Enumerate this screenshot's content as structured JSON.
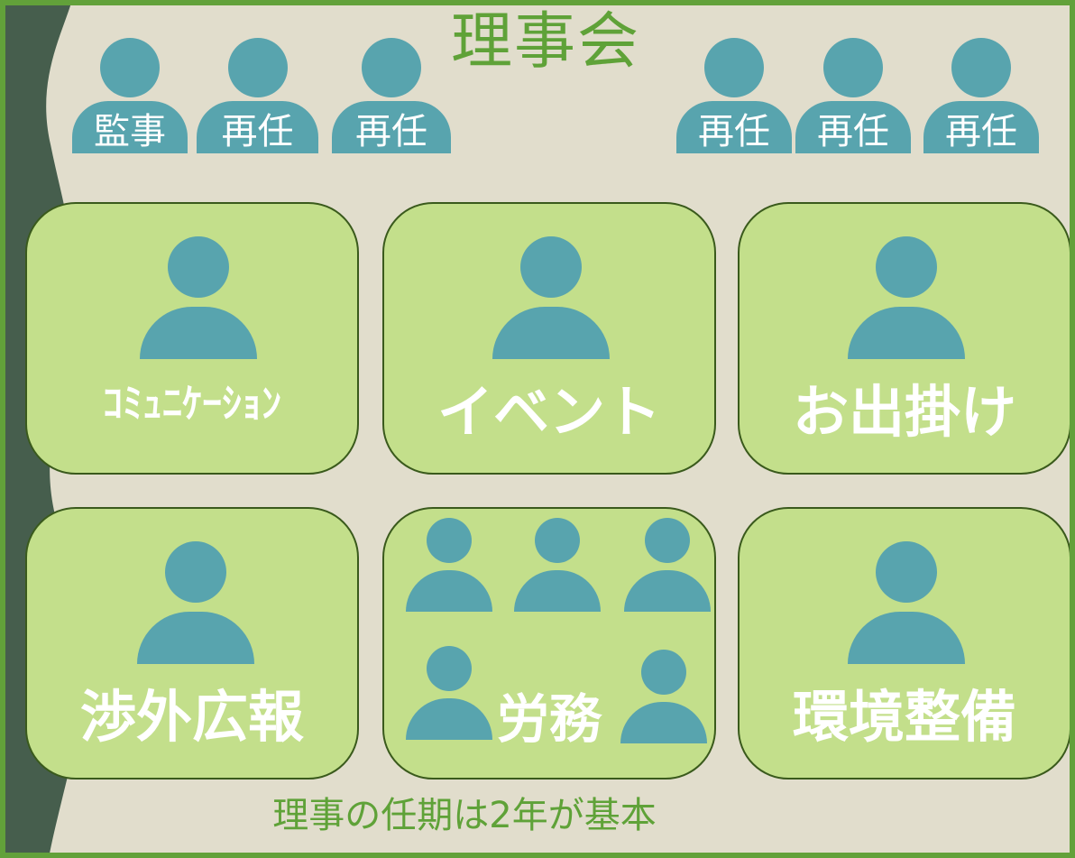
{
  "board": {
    "title": "理事会",
    "members": [
      {
        "role": "監事"
      },
      {
        "role": "再任"
      },
      {
        "role": "再任"
      },
      {
        "role": "再任"
      },
      {
        "role": "再任"
      },
      {
        "role": "再任"
      }
    ]
  },
  "committees": [
    {
      "label": "ｺﾐｭﾆｹｰｼｮﾝ",
      "member_count": 1
    },
    {
      "label": "イベント",
      "member_count": 1
    },
    {
      "label": "お出掛け",
      "member_count": 1
    },
    {
      "label": "渉外広報",
      "member_count": 1
    },
    {
      "label": "労務",
      "member_count": 5
    },
    {
      "label": "環境整備",
      "member_count": 1
    }
  ],
  "note": "理事の任期は2年が基本",
  "colors": {
    "background": "#e1ddcc",
    "frame": "#62a13a",
    "title_text": "#5fa238",
    "person": "#58a4ae",
    "committee_fill": "#c3df8b",
    "committee_border": "#3a5a1c",
    "left_band": "#465e4d"
  },
  "icons": [
    "person-icon"
  ]
}
